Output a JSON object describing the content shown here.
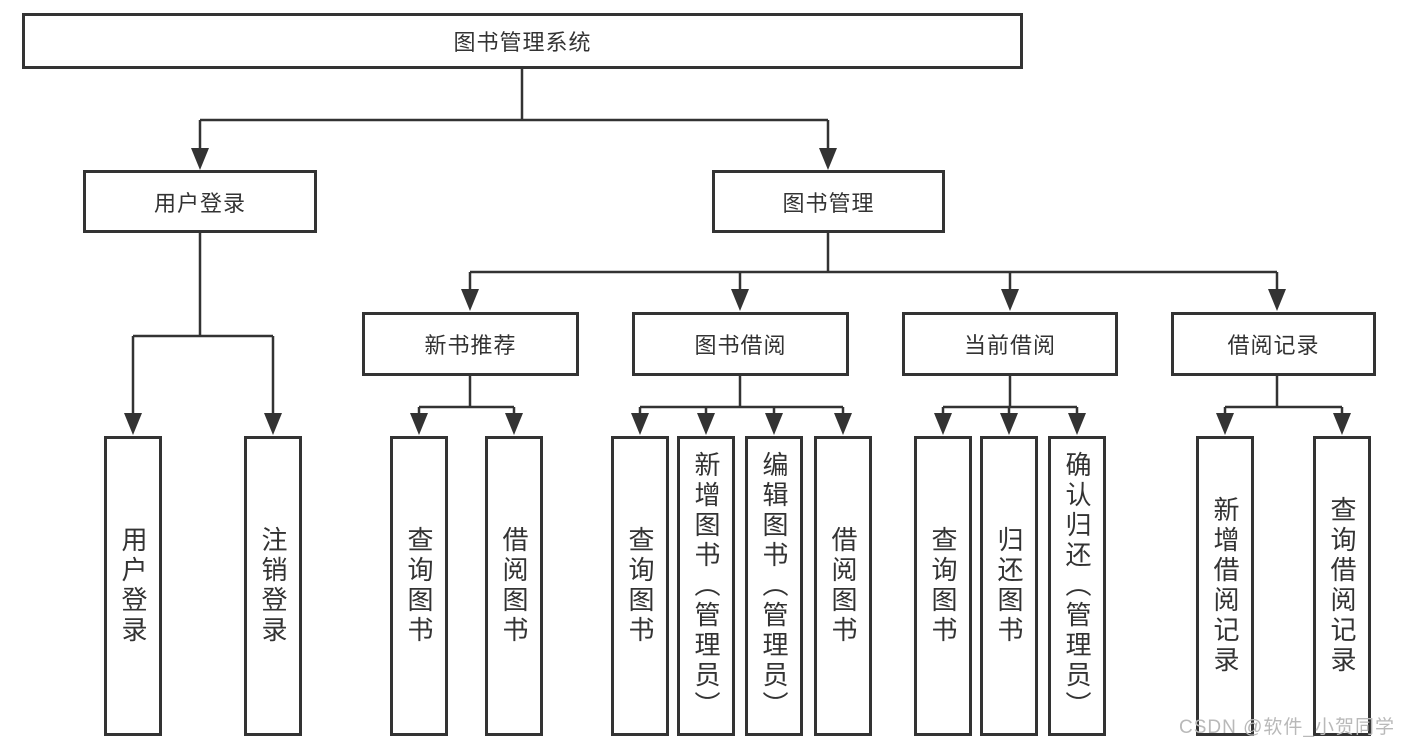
{
  "diagram": {
    "title": "图书管理系统",
    "nodes": {
      "root": "图书管理系统",
      "user_login": "用户登录",
      "book_mgmt": "图书管理",
      "new_book_rec": "新书推荐",
      "book_borrow": "图书借阅",
      "current_borrow": "当前借阅",
      "borrow_records": "借阅记录",
      "leaf_user_login": "用户登录",
      "leaf_logout": "注销登录",
      "leaf_nb_query": "查询图书",
      "leaf_nb_borrow": "借阅图书",
      "leaf_bb_query": "查询图书",
      "leaf_bb_add": "新增图书（管理员）",
      "leaf_bb_edit": "编辑图书（管理员）",
      "leaf_bb_borrow": "借阅图书",
      "leaf_cb_query": "查询图书",
      "leaf_cb_return": "归还图书",
      "leaf_cb_confirm": "确认归还（管理员）",
      "leaf_br_add": "新增借阅记录",
      "leaf_br_query": "查询借阅记录"
    },
    "watermark": "CSDN @软件_小贺同学",
    "colors": {
      "line": "#333333",
      "box_border": "#333333",
      "box_fill": "#ffffff",
      "text": "#333333",
      "watermark": "#b9b9b9",
      "background": "#ffffff"
    }
  }
}
